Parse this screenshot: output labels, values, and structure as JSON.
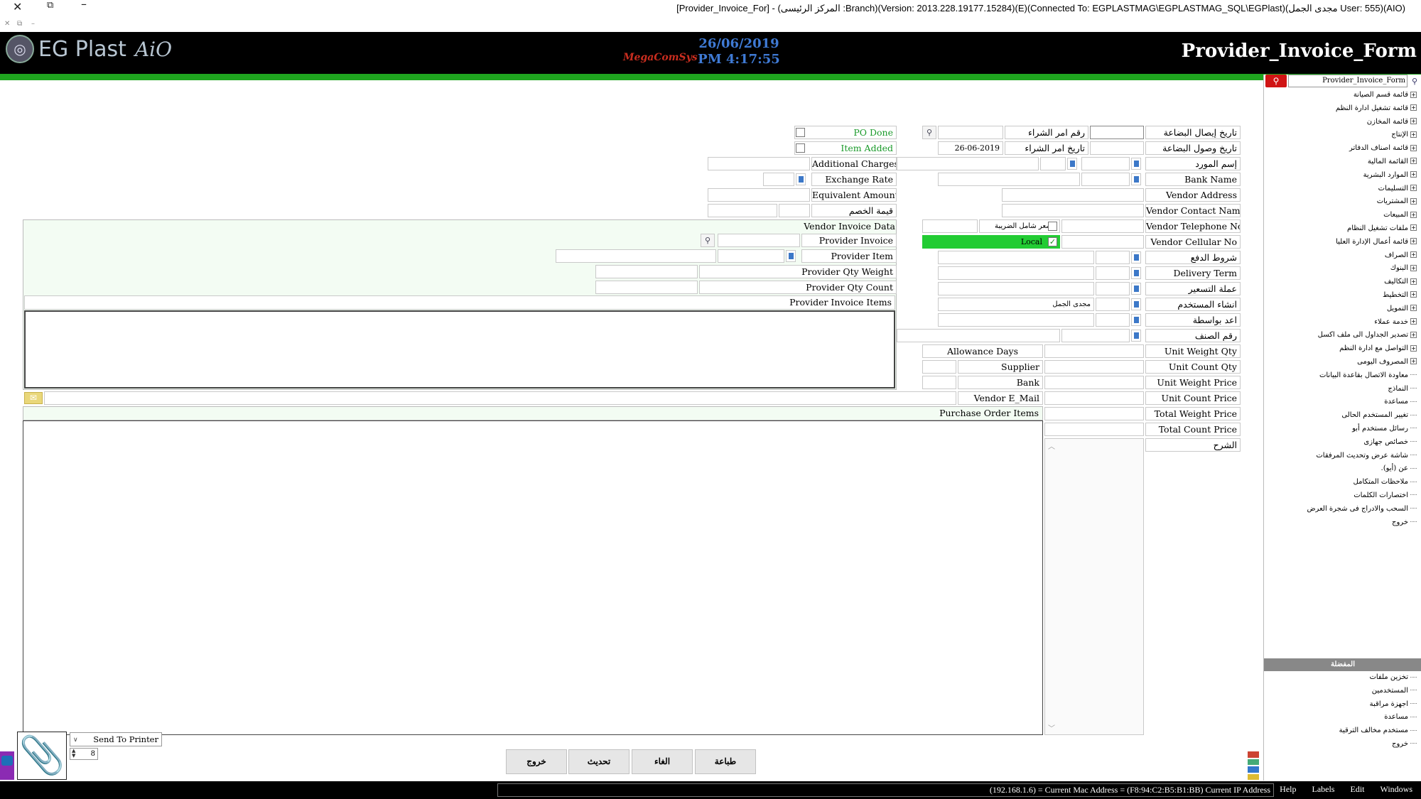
{
  "window": {
    "title": "[Provider_Invoice_For] - (المركز الرئيسى :Branch)(Version: 2013.228.19177.15284)(E)(Connected To: EGPLASTMAG\\EGPLASTMAG_SQL\\EGPlast)(مجدى الجمل User: 555)(AIO)"
  },
  "header": {
    "logo": "EG Plast",
    "logo_suffix": "AiO",
    "mini_logo": "MegaComSys",
    "date": "26/06/2019",
    "time": "PM 4:17:55",
    "form_title": "Provider_Invoice_Form"
  },
  "side": {
    "search_value": "Provider_Invoice_Form",
    "items": [
      {
        "label": "قائمة قسم الصيانة"
      },
      {
        "label": "قائمة تشغيل ادارة النظم"
      },
      {
        "label": "قائمة المخازن"
      },
      {
        "label": "الإنتاج"
      },
      {
        "label": "قائمة اصناف الدفاتر"
      },
      {
        "label": "القائمة المالية"
      },
      {
        "label": "الموارد البشرية"
      },
      {
        "label": "التسليمات"
      },
      {
        "label": "المشتريات"
      },
      {
        "label": "المبيعات"
      },
      {
        "label": "ملفات تشغيل النظام"
      },
      {
        "label": "قائمة أعمال الإدارة العليا"
      },
      {
        "label": "الصراف"
      },
      {
        "label": "البنوك"
      },
      {
        "label": "التكاليف"
      },
      {
        "label": "التخطيط"
      },
      {
        "label": "التمويل"
      },
      {
        "label": "خدمة عملاء"
      },
      {
        "label": "تصدير الجداول الى ملف اكسل"
      },
      {
        "label": "التواصل مع ادارة النظم"
      },
      {
        "label": "المصروف اليومى"
      },
      {
        "label": "معاودة الاتصال بقاعدة البيانات"
      },
      {
        "label": "النماذج"
      },
      {
        "label": "مساعدة"
      },
      {
        "label": "تغيير المستخدم الحالى"
      },
      {
        "label": "رسائل مستخدم أبو"
      },
      {
        "label": "خصائص جهازى"
      },
      {
        "label": "شاشة عرض وتحديث المرفقات"
      },
      {
        "label": "عن (أيو)."
      },
      {
        "label": "ملاحظات المتكامل"
      },
      {
        "label": "اختصارات الكلمات"
      },
      {
        "label": "السحب والادراج فى شجرة العرض"
      },
      {
        "label": "خروج"
      }
    ],
    "favorites_header": "المفضلة",
    "favorites": [
      {
        "label": "تخزين ملفات"
      },
      {
        "label": "المستخدمين"
      },
      {
        "label": "اجهزة مراقبة"
      },
      {
        "label": "مساعدة"
      },
      {
        "label": "مستخدم مخالف الترقية"
      },
      {
        "label": "خروج"
      }
    ]
  },
  "form": {
    "receipt_date": "تاريخ إيصال البضاعة",
    "po_number": "رقم امر الشراء",
    "arrival_date": "تاريخ وصول البضاعة",
    "po_date": "تاريخ امر الشراء",
    "po_date_value": "26-06-2019",
    "po_done": "PO Done",
    "item_added": "Item Added",
    "vendor_name": "إسم المورد",
    "bank_name": "Bank Name",
    "vendor_address": "Vendor Address",
    "vendor_contact": "Vendor Contact Name",
    "vendor_tel": "Vendor Telephone No",
    "vendor_cell": "Vendor Cellular No",
    "price_incl_tax": "السعر شامل الضريبة",
    "local": "Local",
    "payment_terms": "شروط الدفع",
    "delivery_term": "Delivery Term",
    "price_currency": "عملة التسعير",
    "created_by": "انشاء المستخدم",
    "created_by_value": "مجدى الجمل",
    "prepared_by": "اعد بواسطة",
    "item_number": "رقم الصنف",
    "allowance_days": "Allowance Days",
    "supplier": "Supplier",
    "bank": "Bank",
    "vendor_email": "Vendor E_Mail",
    "unit_weight_qty": "Unit Weight Qty",
    "unit_count_qty": "Unit Count Qty",
    "unit_weight_price": "Unit Weight Price",
    "unit_count_price": "Unit Count Price",
    "total_weight_price": "Total Weight Price",
    "total_count_price": "Total Count Price",
    "notes": "الشرح",
    "additional_charges": "Additional Charges",
    "exchange_rate": "Exchange Rate",
    "equivalent_amount": "Equivalent Amount",
    "discount_value": "قيمة الخصم",
    "vendor_invoice_data": "Vendor Invoice Data",
    "provider_invoice": "Provider Invoice",
    "provider_item": "Provider Item",
    "provider_qty_weight": "Provider Qty Weight",
    "provider_qty_count": "Provider Qty Count",
    "provider_invoice_items": "Provider Invoice Items",
    "purchase_order_items": "Purchase Order Items",
    "send_to_printer": "Send To Printer",
    "copies": "8"
  },
  "buttons": {
    "exit": "خروج",
    "update": "تحديث",
    "cancel": "الغاء",
    "print": "طباعة"
  },
  "status": {
    "ip_info": "(192.168.1.6) = Current Mac Address = (F8:94:C2:B5:B1:BB) Current IP Address",
    "menu": {
      "help": "Help",
      "labels": "Labels",
      "edit": "Edit",
      "windows": "Windows"
    }
  },
  "colors": {
    "header_bg": "#000000",
    "accent_green": "#1fa51f",
    "date_blue": "#3f7ad4",
    "search_red": "#d01414",
    "local_green": "#22cc33"
  }
}
